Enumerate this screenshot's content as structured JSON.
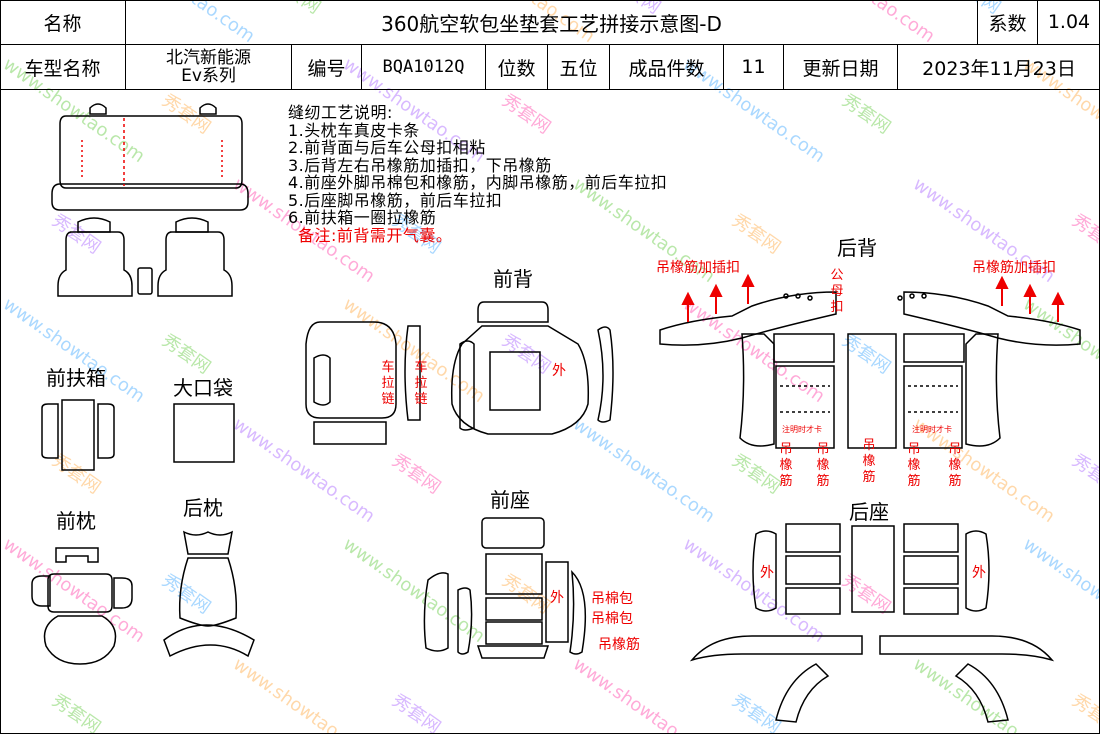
{
  "header": {
    "name_label": "名称",
    "title": "360航空软包坐垫套工艺拼接示意图-D",
    "coef_label": "系数",
    "coef_value": "1.04",
    "model_label": "车型名称",
    "model_value_1": "北汽新能源",
    "model_value_2": "Ev系列",
    "code_label": "编号",
    "code_value": "BQA1012Q",
    "seats_label": "位数",
    "seats_value": "五位",
    "pieces_label": "成品件数",
    "pieces_value": "11",
    "date_label": "更新日期",
    "date_value": "2023年11月23日"
  },
  "notes": {
    "title": "缝纫工艺说明:",
    "items": [
      "1.头枕车真皮卡条",
      "2.前背面与后车公母扣相粘",
      "3.后背左右吊橡筋加插扣，下吊橡筋",
      "4.前座外脚吊棉包和橡筋，内脚吊橡筋，前后车拉扣",
      "5.后座脚吊橡筋，前后车拉扣",
      "6.前扶箱一圈拉橡筋"
    ],
    "remark": "备注:前背需开气囊。"
  },
  "sections": {
    "front_back": "前背",
    "rear_back": "后背",
    "front_seat": "前座",
    "rear_seat": "后座",
    "front_armrest": "前扶箱",
    "big_pocket": "大口袋",
    "front_pillow": "前枕",
    "rear_pillow": "后枕"
  },
  "annotations": {
    "hang_buckle_left": "吊橡筋加插扣",
    "hang_buckle_right": "吊橡筋加插扣",
    "male_female_buckle": "公母扣",
    "car_zipper_1": "车拉链",
    "car_zipper_2": "车拉链",
    "outer": "外",
    "hang_rubber": "吊橡筋",
    "note_small": "注明时才卡",
    "cotton_pack_1": "吊棉包",
    "cotton_pack_2": "吊棉包",
    "hang_rubber_2": "吊橡筋"
  },
  "watermark": {
    "cn": "秀套网",
    "en": "www.showtao.com"
  },
  "colors": {
    "accent": "#ee0000",
    "line": "#000000"
  }
}
